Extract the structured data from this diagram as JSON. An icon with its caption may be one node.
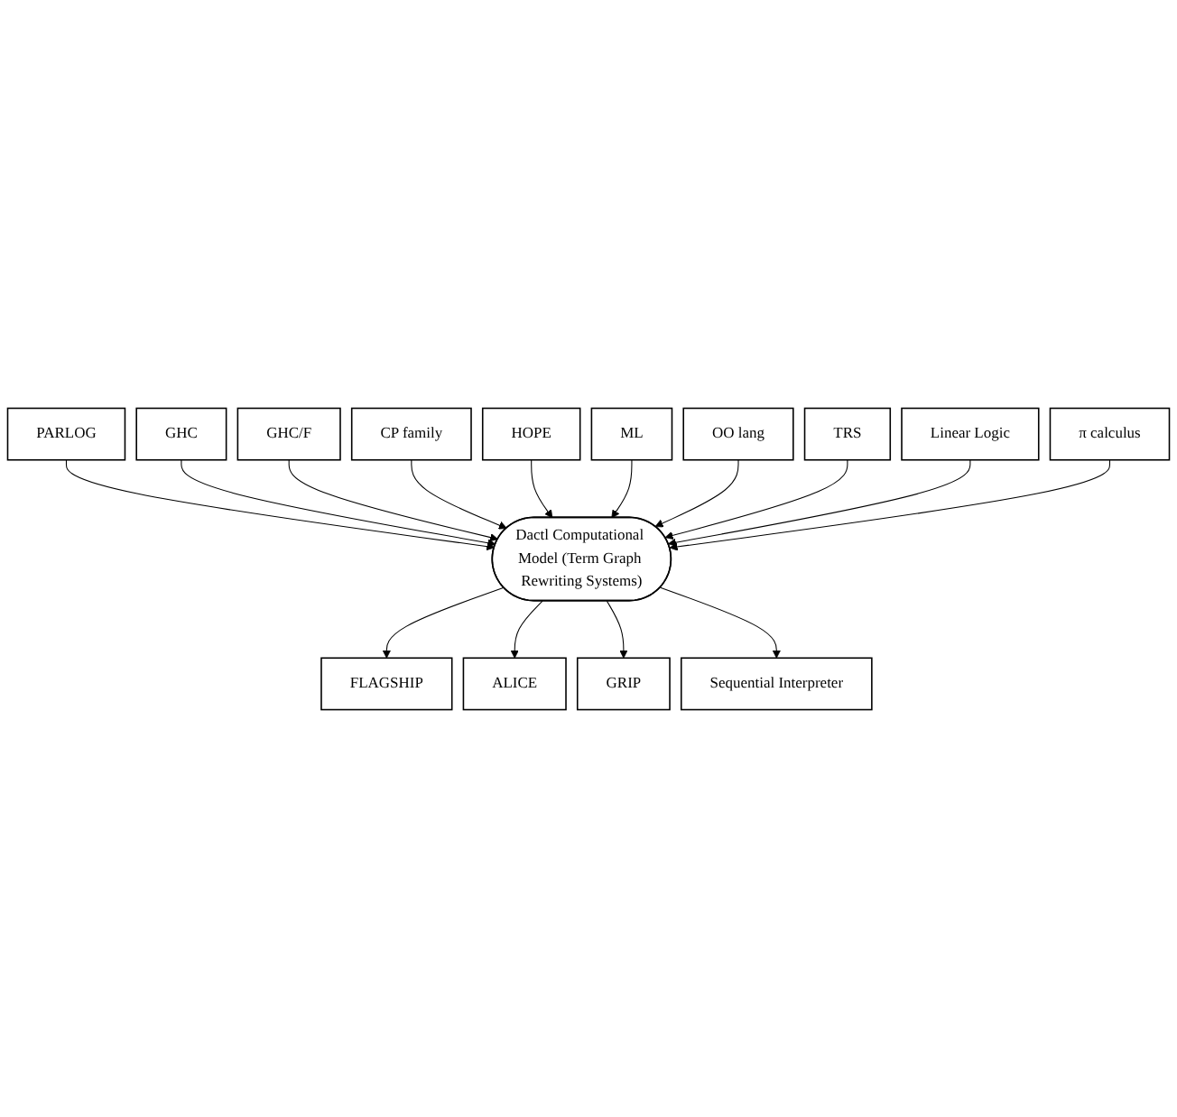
{
  "diagram": {
    "nodes": [
      {
        "text": [
          "PARLOG"
        ]
      },
      {
        "text": [
          "GHC"
        ]
      },
      {
        "text": [
          "GHC/F"
        ]
      },
      {
        "text": [
          "CP family"
        ]
      },
      {
        "text": [
          "HOPE"
        ]
      },
      {
        "text": [
          "ML"
        ]
      },
      {
        "text": [
          "OO lang"
        ]
      },
      {
        "text": [
          "TRS"
        ]
      },
      {
        "text": [
          "Linear Logic"
        ]
      },
      {
        "text": [
          "π calculus"
        ]
      },
      {
        "text": [
          "Dactl Computational Model (Term Graph Rewriting Systems)"
        ]
      },
      {
        "text": [
          "FLAGSHIP"
        ]
      },
      {
        "text": [
          "ALICE"
        ]
      },
      {
        "text": [
          "GRIP"
        ]
      },
      {
        "text": [
          "Sequential Interpreter"
        ]
      }
    ],
    "edges": [
      {
        "from": 0,
        "to": 10,
        "arrow": "to"
      },
      {
        "from": 1,
        "to": 10,
        "arrow": "to"
      },
      {
        "from": 2,
        "to": 10,
        "arrow": "to"
      },
      {
        "from": 3,
        "to": 10,
        "arrow": "to"
      },
      {
        "from": 4,
        "to": 10,
        "arrow": "to"
      },
      {
        "from": 5,
        "to": 10,
        "arrow": "to"
      },
      {
        "from": 6,
        "to": 10,
        "arrow": "to"
      },
      {
        "from": 7,
        "to": 10,
        "arrow": "to"
      },
      {
        "from": 8,
        "to": 10,
        "arrow": "to"
      },
      {
        "from": 9,
        "to": 10,
        "arrow": "to"
      },
      {
        "from": 10,
        "to": 11,
        "arrow": "to"
      },
      {
        "from": 10,
        "to": 12,
        "arrow": "to"
      },
      {
        "from": 10,
        "to": 13,
        "arrow": "to"
      },
      {
        "from": 10,
        "to": 14,
        "arrow": "to"
      }
    ]
  }
}
